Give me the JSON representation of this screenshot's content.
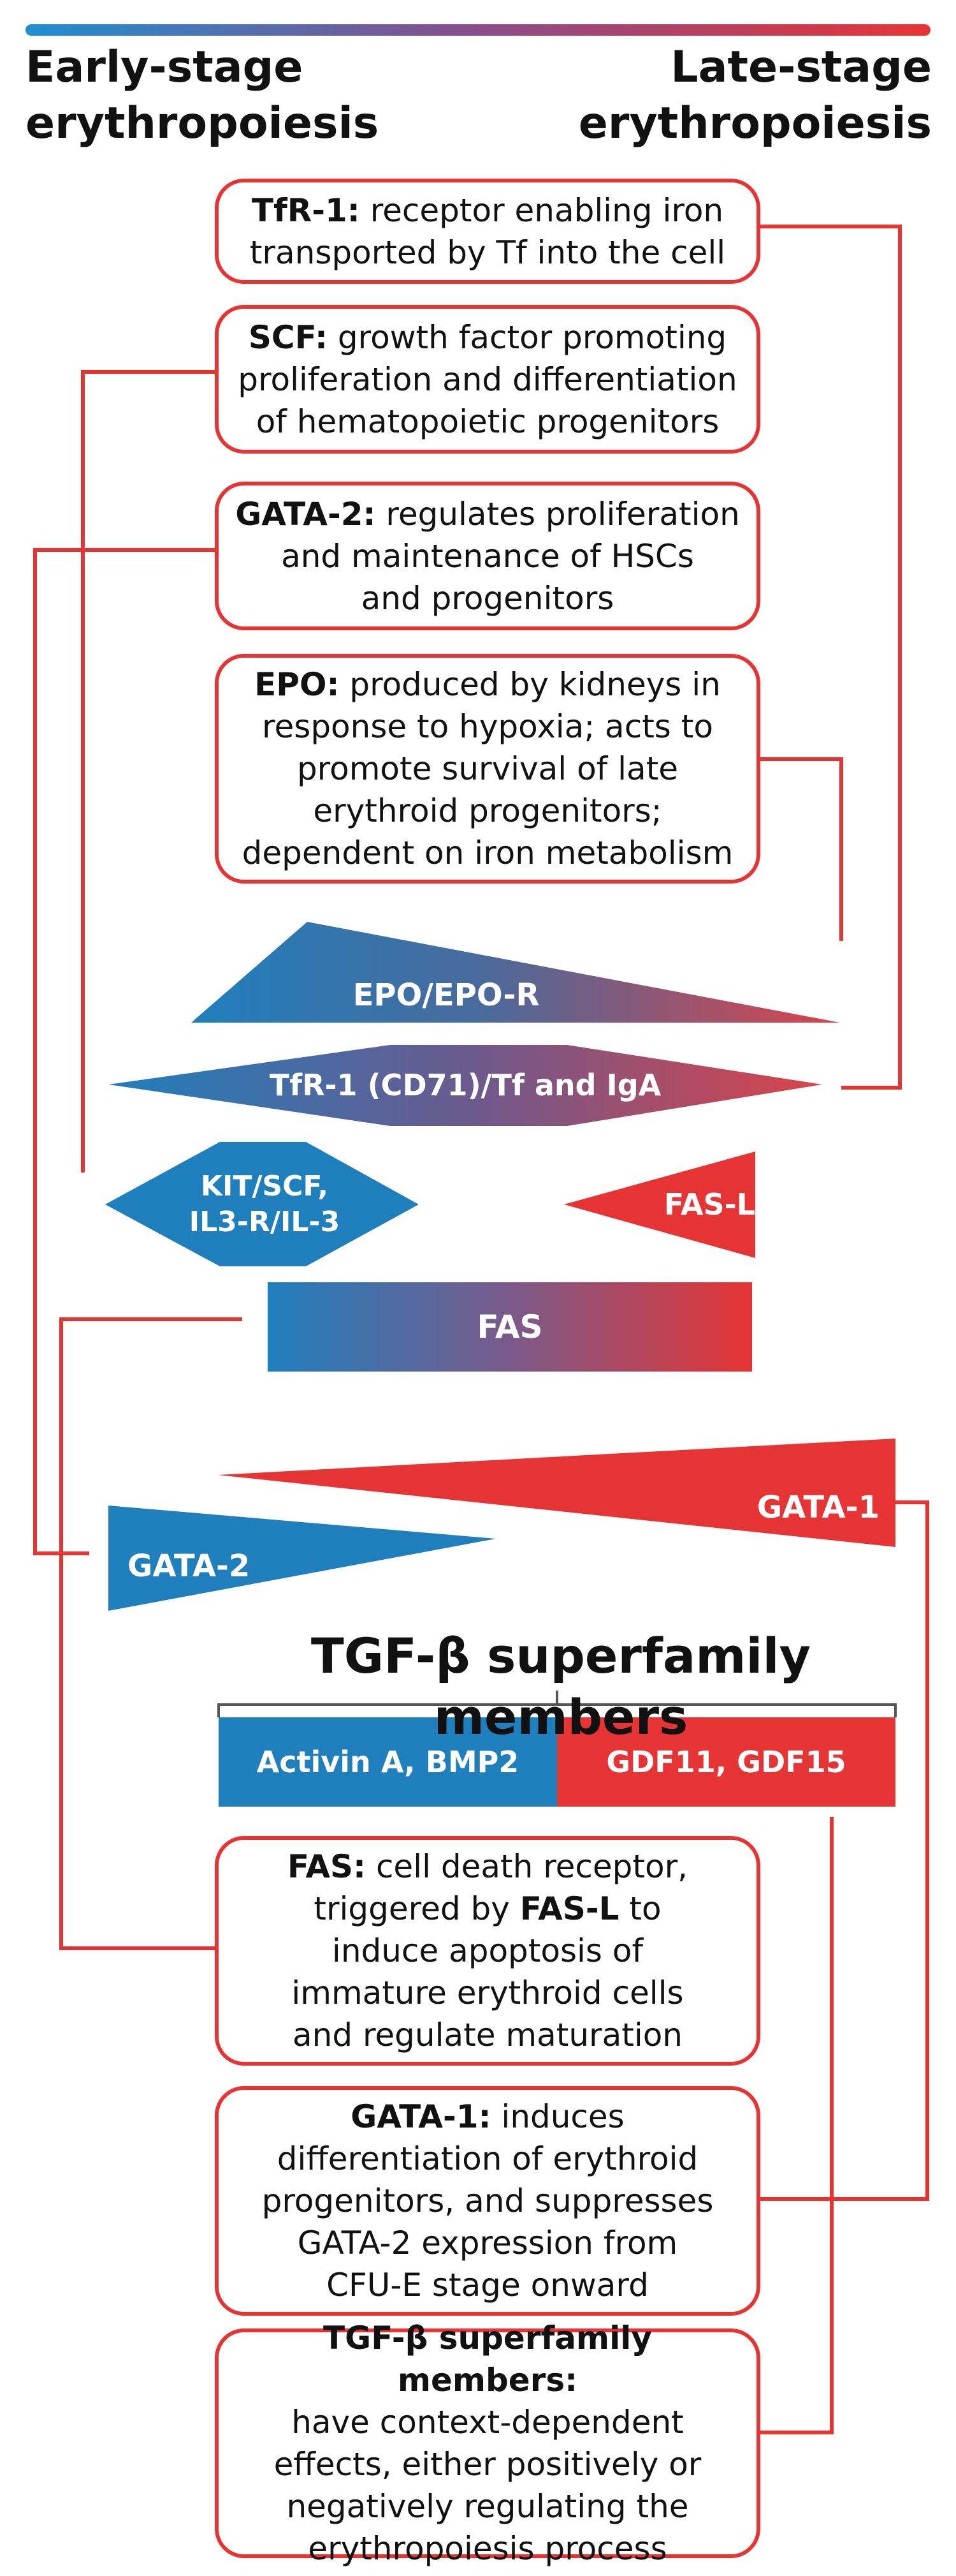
{
  "headers": {
    "early": [
      "Early-stage",
      "erythropoiesis"
    ],
    "late": [
      "Late-stage",
      "erythropoiesis"
    ]
  },
  "colors": {
    "early": "#1f7fbd",
    "late": "#e63434",
    "connector": "#e63434"
  },
  "cards": [
    {
      "id": "tfr1",
      "term": "TfR-1:",
      "lines": [
        " receptor enabling iron",
        "transported by Tf into the cell"
      ]
    },
    {
      "id": "scf",
      "term": "SCF:",
      "lines": [
        " growth factor promoting",
        "proliferation and differentiation",
        "of hematopoietic progenitors"
      ]
    },
    {
      "id": "gata2",
      "term": "GATA-2:",
      "lines": [
        " regulates proliferation",
        "and maintenance of HSCs",
        "and progenitors"
      ]
    },
    {
      "id": "epo",
      "term": "EPO:",
      "lines": [
        " produced by kidneys in",
        "response to hypoxia; acts to",
        "promote survival of late",
        "erythroid progenitors;",
        "dependent on iron metabolism"
      ]
    },
    {
      "id": "fas",
      "term": "FAS:",
      "lines": [
        " cell death receptor,",
        "triggered by ",
        "FAS-L",
        " to",
        "induce apoptosis of",
        "immature erythroid cells",
        "and regulate maturation"
      ]
    },
    {
      "id": "gata1",
      "term": "GATA-1:",
      "lines": [
        " induces",
        "differentiation of erythroid",
        "progenitors, and suppresses",
        "GATA-2 expression from",
        "CFU-E stage onward"
      ]
    },
    {
      "id": "tgfb",
      "term": "TGF-β superfamily members:",
      "lines": [
        "have context-dependent",
        "effects, either positively or",
        "negatively regulating the",
        "erythropoiesis process"
      ]
    }
  ],
  "shapes": {
    "epo_epor": "EPO/EPO-R",
    "tfr1_tf_iga": "TfR-1 (CD71)/Tf and IgA",
    "kit_scf": [
      "KIT/SCF,",
      "IL3-R/IL-3"
    ],
    "fas_l": "FAS-L",
    "fas": "FAS",
    "gata1": "GATA-1",
    "gata2": "GATA-2"
  },
  "tgf": {
    "title": "TGF-β superfamily members",
    "early_label": "Activin A, BMP2",
    "late_label": "GDF11, GDF15"
  }
}
